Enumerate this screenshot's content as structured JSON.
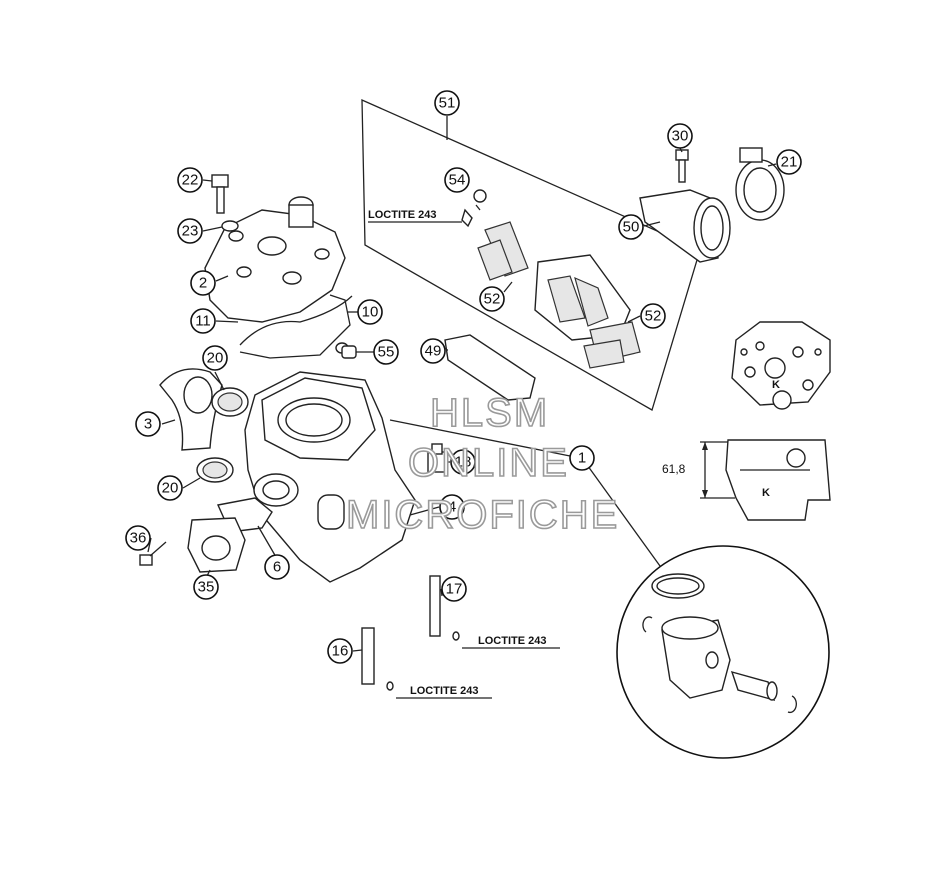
{
  "callouts": {
    "c51": "51",
    "c30": "30",
    "c21": "21",
    "c54": "54",
    "c50": "50",
    "c22": "22",
    "c23": "23",
    "c2": "2",
    "c52a": "52",
    "c52b": "52",
    "c11": "11",
    "c10": "10",
    "c55": "55",
    "c49": "49",
    "c20a": "20",
    "c3": "3",
    "c18": "18",
    "c1": "1",
    "c20b": "20",
    "c4": "4",
    "c36": "36",
    "c6": "6",
    "c35": "35",
    "c17": "17",
    "c16": "16"
  },
  "notes": {
    "loctite_top": "LOCTITE 243",
    "loctite_17": "LOCTITE 243",
    "loctite_16": "LOCTITE 243"
  },
  "detail": {
    "dimension": "61,8",
    "marker_top": "K",
    "marker_side": "K"
  },
  "watermark": {
    "line1": "HLSM",
    "line2": "ONLINE",
    "line3": "MICROFICHE"
  }
}
